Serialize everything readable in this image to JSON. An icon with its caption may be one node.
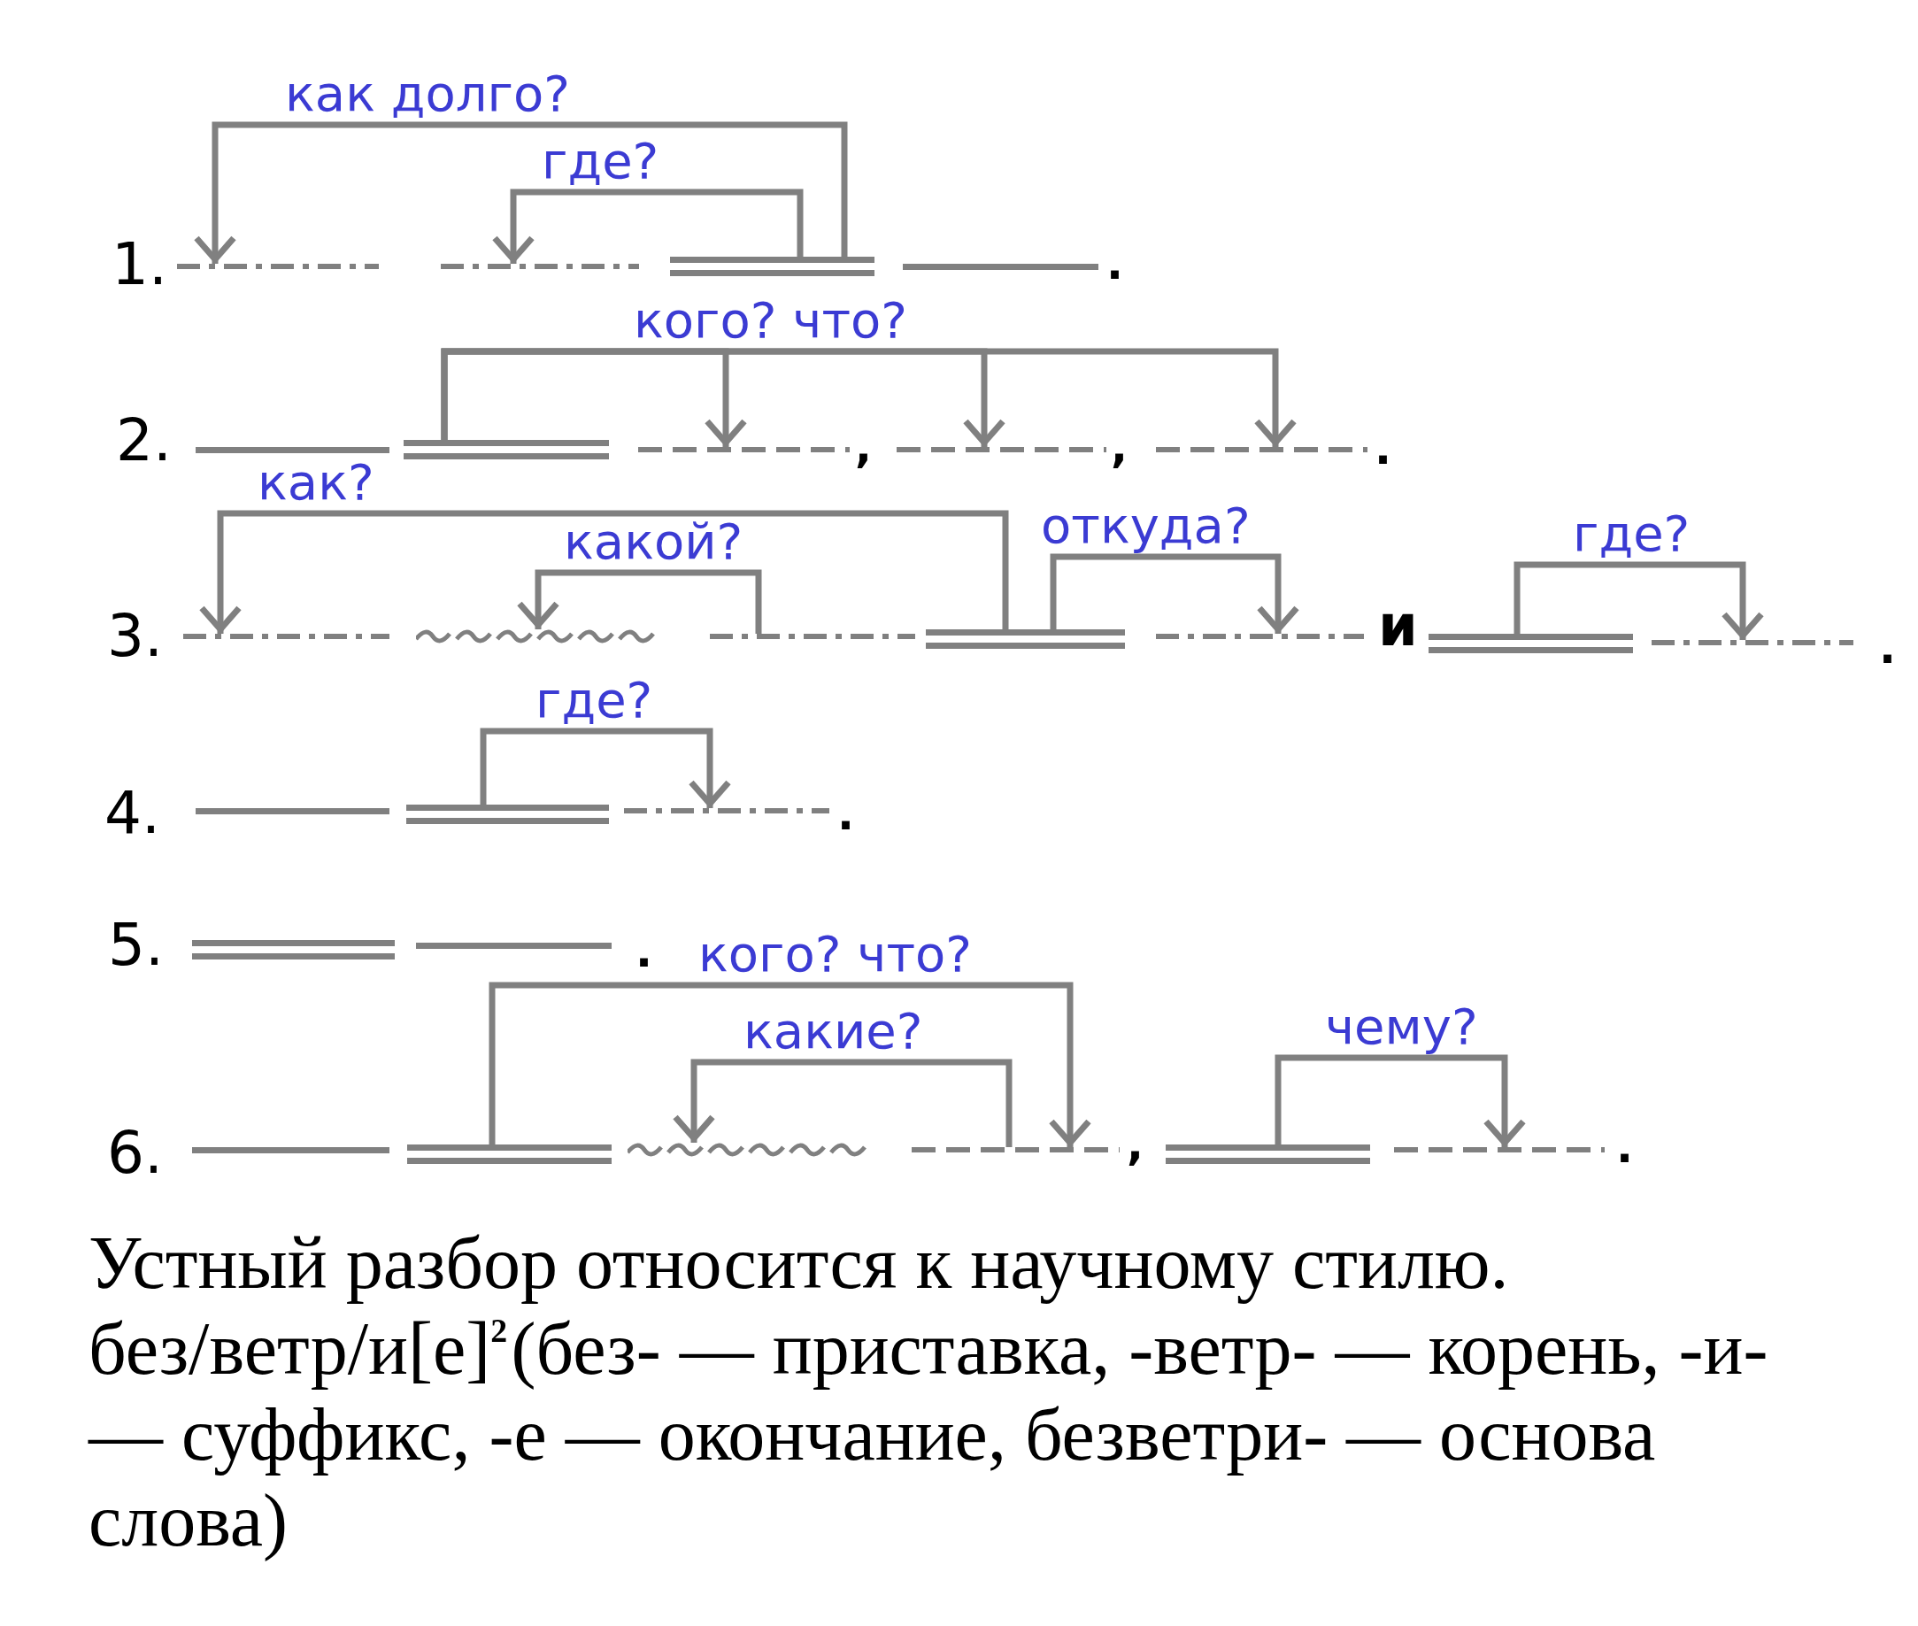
{
  "diagram": {
    "nodes": [
      {
        "text": [],
        "shape": "dash-dot-line"
      },
      {
        "text": [],
        "shape": "dash-dot-line"
      },
      {
        "text": [],
        "shape": "double-line"
      },
      {
        "text": [],
        "shape": "line"
      },
      {
        "text": [],
        "shape": "line"
      },
      {
        "text": [],
        "shape": "double-line"
      },
      {
        "text": [],
        "shape": "dashed-line"
      },
      {
        "text": [],
        "shape": "dashed-line"
      },
      {
        "text": [],
        "shape": "dashed-line"
      },
      {
        "text": [],
        "shape": "dash-dot-line"
      },
      {
        "text": [],
        "shape": "wavy-line"
      },
      {
        "text": [],
        "shape": "dash-dot-line"
      },
      {
        "text": [],
        "shape": "double-line"
      },
      {
        "text": [],
        "shape": "dash-dot-line"
      },
      {
        "text": [],
        "shape": "double-line"
      },
      {
        "text": [],
        "shape": "dash-dot-line"
      },
      {
        "text": [],
        "shape": "line"
      },
      {
        "text": [],
        "shape": "double-line"
      },
      {
        "text": [],
        "shape": "dash-dot-line"
      },
      {
        "text": [],
        "shape": "double-line"
      },
      {
        "text": [],
        "shape": "line"
      },
      {
        "text": [],
        "shape": "line"
      },
      {
        "text": [],
        "shape": "double-line"
      },
      {
        "text": [],
        "shape": "wavy-line"
      },
      {
        "text": [],
        "shape": "dashed-line"
      },
      {
        "text": [],
        "shape": "double-line"
      },
      {
        "text": [],
        "shape": "dashed-line"
      }
    ],
    "edges": [
      {
        "from": 2,
        "to": 0,
        "arrow": "to",
        "label": "как долго?"
      },
      {
        "from": 2,
        "to": 1,
        "arrow": "to",
        "label": "где?"
      },
      {
        "from": 5,
        "to": 6,
        "arrow": "to"
      },
      {
        "from": 5,
        "to": 7,
        "arrow": "to",
        "label": "кого? что?"
      },
      {
        "from": 5,
        "to": 8,
        "arrow": "to"
      },
      {
        "from": 12,
        "to": 9,
        "arrow": "to",
        "label": "как?"
      },
      {
        "from": 11,
        "to": 10,
        "arrow": "to",
        "label": "какой?"
      },
      {
        "from": 12,
        "to": 13,
        "arrow": "to",
        "label": "откуда?"
      },
      {
        "from": 14,
        "to": 15,
        "arrow": "to",
        "label": "где?"
      },
      {
        "from": 17,
        "to": 18,
        "arrow": "to",
        "label": "где?"
      },
      {
        "from": 22,
        "to": 24,
        "arrow": "to",
        "label": "кого? что?"
      },
      {
        "from": 24,
        "to": 23,
        "arrow": "to",
        "label": "какие?"
      },
      {
        "from": 25,
        "to": 26,
        "arrow": "to",
        "label": "чему?"
      }
    ],
    "labels": [
      "1.",
      ".",
      "2.",
      ",",
      ",",
      ".",
      "3.",
      "и",
      ".",
      "4.",
      ".",
      "5.",
      ".",
      "6.",
      ",",
      ".",
      "Устный разбор относится к научному стилю.",
      "без/ветр/и[е]$^{2}$(без- — приставка, -ветр- — корень, -и- — суффикс, -е — окончание, безветри- — основа слова)"
    ]
  }
}
